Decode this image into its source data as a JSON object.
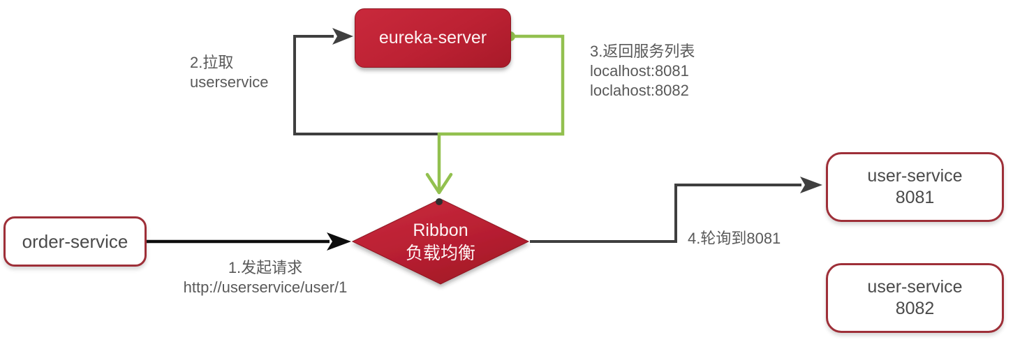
{
  "title": "Ribbon load balancing flow diagram",
  "colors": {
    "red_light": "#c9293c",
    "red_dark": "#a81a29",
    "red_border": "#9e2f38",
    "green": "#92c04f",
    "arrow_dark": "#3f3f3f",
    "arrow_black": "#0d0d0d",
    "label_gray": "#595959",
    "node_text": "#4a4a4a"
  },
  "nodes": {
    "eureka": {
      "label": "eureka-server"
    },
    "order": {
      "label": "order-service"
    },
    "ribbon": {
      "line1": "Ribbon",
      "line2": "负载均衡"
    },
    "user_8081": {
      "line1": "user-service",
      "line2": "8081"
    },
    "user_8082": {
      "line1": "user-service",
      "line2": "8082"
    }
  },
  "labels": {
    "step1": {
      "line1": "1.发起请求",
      "line2": "http://userservice/user/1"
    },
    "step2": {
      "line1": "2.拉取",
      "line2": "userservice"
    },
    "step3": {
      "line1": "3.返回服务列表",
      "line2": "localhost:8081",
      "line3": "loclahost:8082"
    },
    "step4": {
      "text": "4.轮询到8081"
    }
  }
}
